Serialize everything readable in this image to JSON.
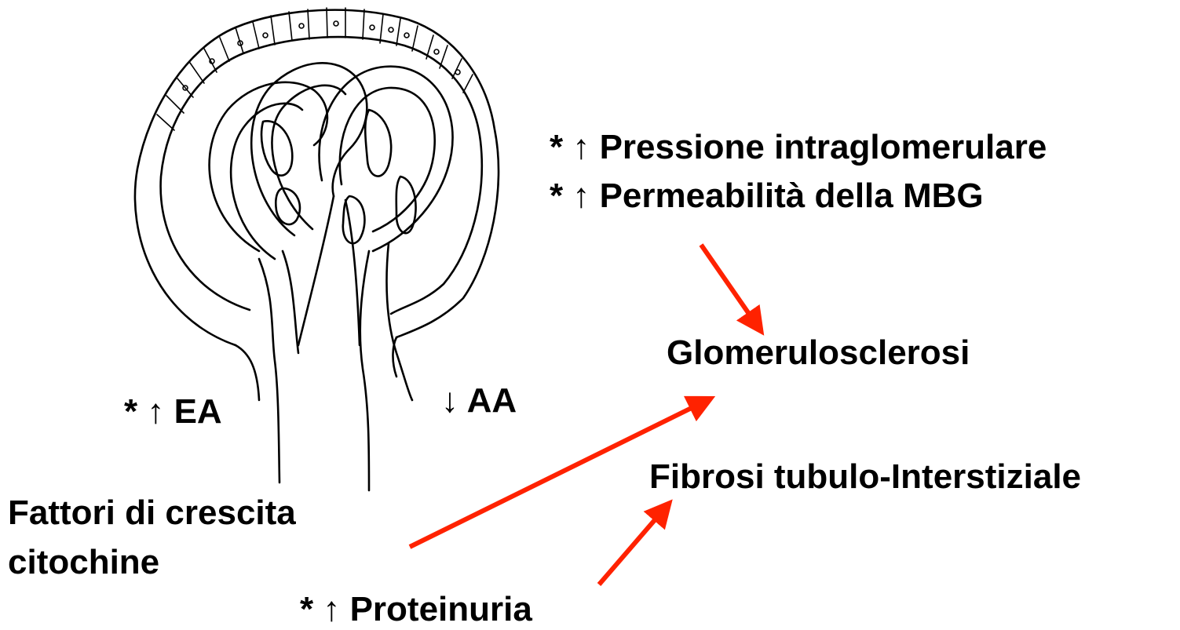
{
  "labels": {
    "pressione": "* ↑ Pressione intraglomerulare",
    "permeabilita": "* ↑ Permeabilità della MBG",
    "glomerulosclerosi": "Glomerulosclerosi",
    "fibrosi": "Fibrosi tubulo-Interstiziale",
    "ea": "* ↑ EA",
    "aa": "↓ AA",
    "fattori_line1": "Fattori di crescita",
    "fattori_line2": "citochine",
    "proteinuria": "* ↑ Proteinuria"
  },
  "colors": {
    "arrow": "#ff2200",
    "drawing": "#000000",
    "text": "#000000"
  }
}
